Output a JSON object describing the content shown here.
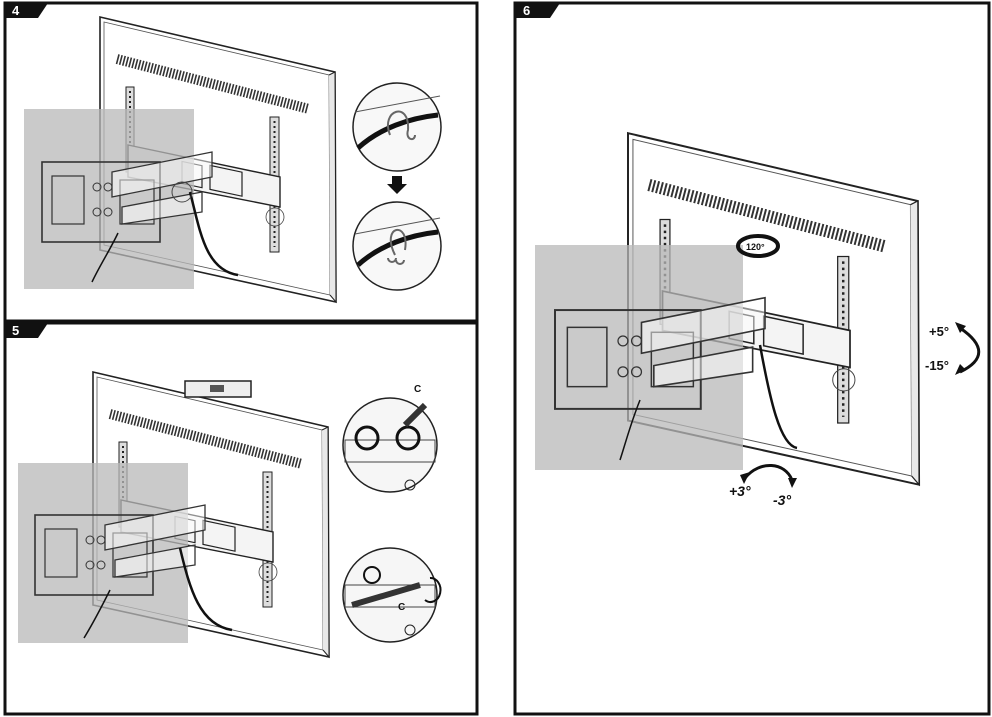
{
  "steps": [
    {
      "number": "4",
      "callouts": [
        "cable-clip-open",
        "cable-clip-closed"
      ]
    },
    {
      "number": "5",
      "callout_label_1": "C",
      "callout_label_2": "C"
    },
    {
      "number": "6",
      "rotation": "120°",
      "tilt_up": "+5°",
      "tilt_down": "-15°",
      "level_plus": "+3°",
      "level_minus": "-3°"
    }
  ],
  "colors": {
    "border": "#111111",
    "wall": "#b8b8b8",
    "line": "#333333"
  }
}
